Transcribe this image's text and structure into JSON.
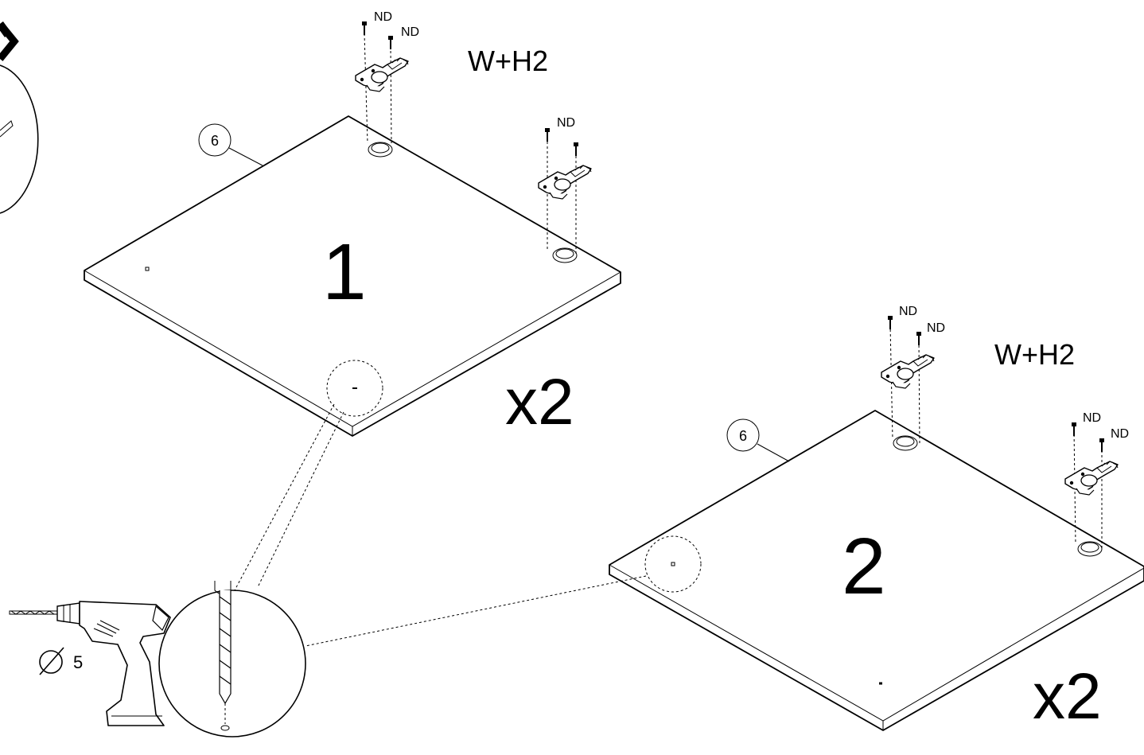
{
  "panels": [
    {
      "number": "1",
      "quantity": "x2",
      "part_ref": "6",
      "hinge_label": "W+H2",
      "screw_labels": [
        "ND",
        "ND",
        "ND"
      ]
    },
    {
      "number": "2",
      "quantity": "x2",
      "part_ref": "6",
      "hinge_label": "W+H2",
      "screw_labels": [
        "ND",
        "ND",
        "ND",
        "ND"
      ]
    }
  ],
  "drill": {
    "bit_size": "5",
    "diameter_icon": "diameter-symbol-icon"
  },
  "icons": [
    "cross-mark-icon",
    "drill-icon",
    "hinge-icon",
    "screw-icon",
    "drill-bit-icon",
    "diameter-symbol-icon"
  ],
  "colors": {
    "line": "#000000",
    "background": "#ffffff"
  }
}
